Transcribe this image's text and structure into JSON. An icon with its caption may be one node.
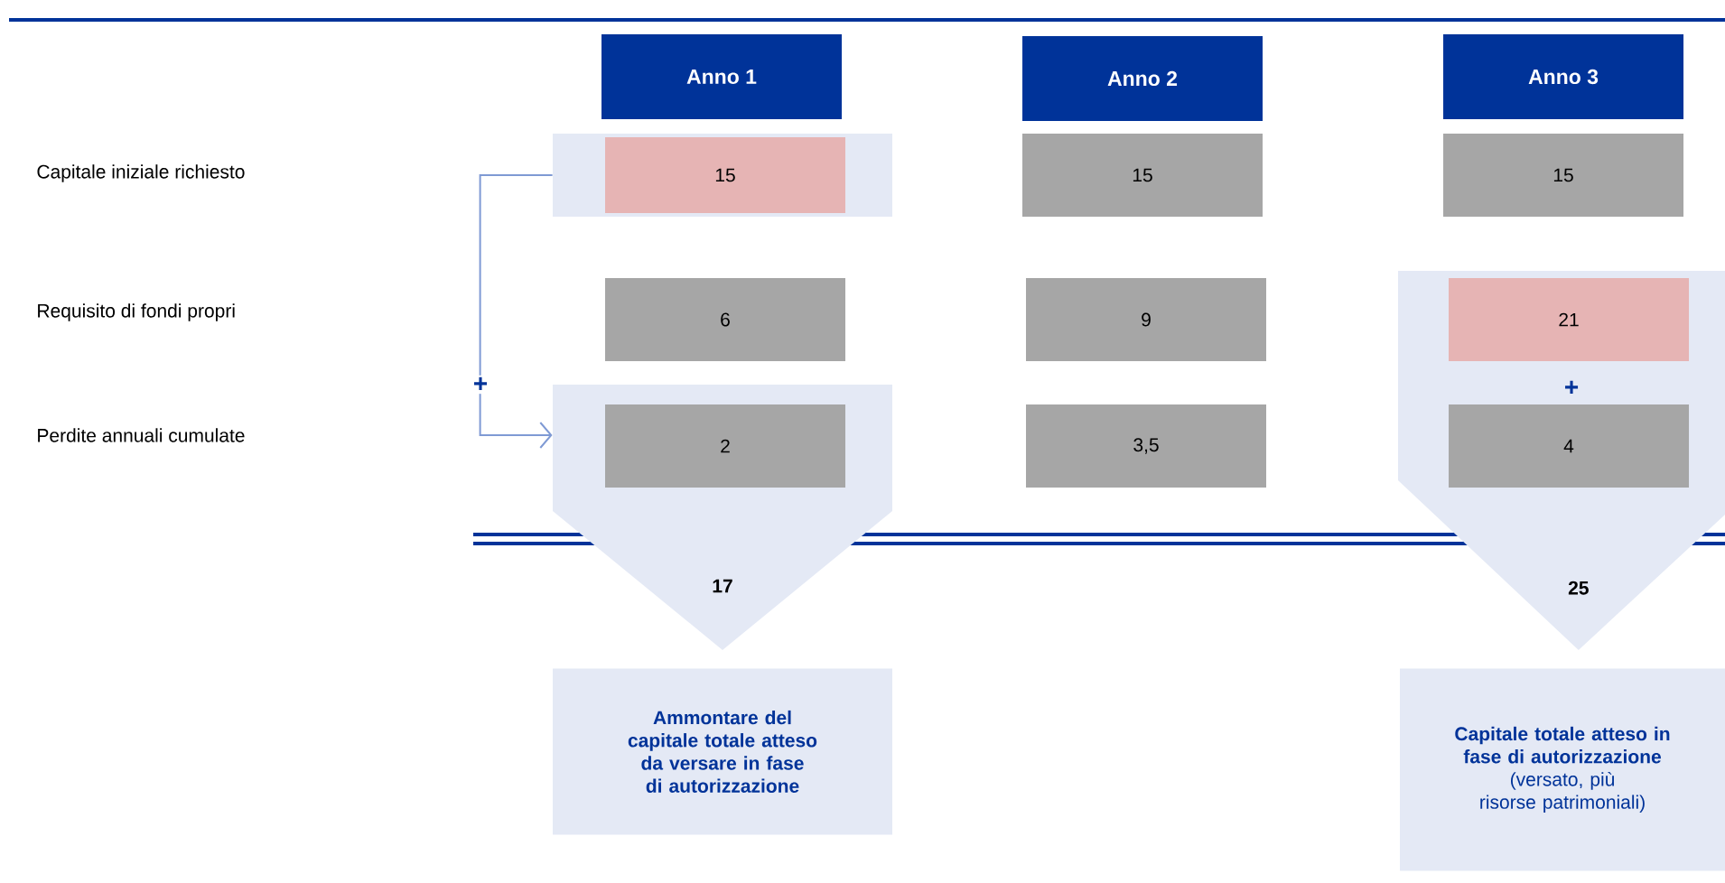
{
  "diagram": {
    "nodes": [
      {
        "text": [
          "Anno 1"
        ]
      },
      {
        "text": [
          "Anno 2"
        ]
      },
      {
        "text": [
          "Anno 3"
        ]
      },
      {
        "text": [],
        "shape": "box"
      },
      {
        "text": [
          "15"
        ],
        "in": 3
      },
      {
        "text": [
          "15"
        ]
      },
      {
        "text": [
          "15"
        ]
      },
      {
        "text": [
          "6"
        ]
      },
      {
        "text": [
          "9"
        ]
      },
      {
        "text": [
          "25"
        ]
      },
      {
        "text": [
          "21"
        ],
        "in": 9
      },
      {
        "text": [
          "17"
        ]
      },
      {
        "text": [
          "2"
        ],
        "in": 11
      },
      {
        "text": [
          "3,5"
        ]
      },
      {
        "text": [
          "4"
        ],
        "in": 9
      },
      {
        "text": [
          "Ammontare del capitale totale atteso da versare in fase di autorizzazione"
        ]
      },
      {
        "text": [
          "Capitale totale atteso in fase di autorizzazione",
          "(versato, più risorse patrimoniali)"
        ]
      }
    ],
    "edges": [
      {
        "from": 3,
        "to": 11,
        "arrow": "to",
        "label": "+"
      }
    ],
    "labels": [
      "Capitale iniziale richiesto",
      "Requisito di fondi propri",
      "+",
      "Perdite annuali cumulate"
    ]
  }
}
